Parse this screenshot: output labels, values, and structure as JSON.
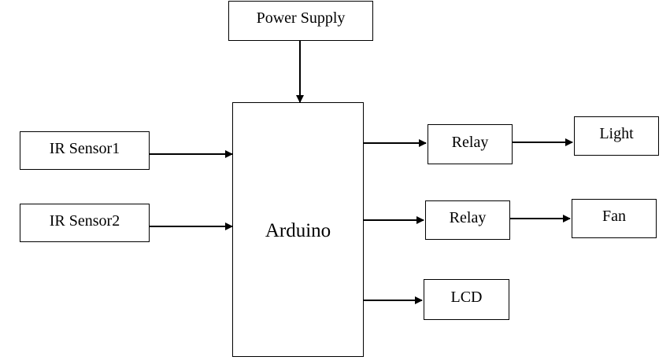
{
  "blocks": {
    "power_supply": "Power Supply",
    "arduino": "Arduino",
    "ir_sensor_1": "IR Sensor1",
    "ir_sensor_2": "IR Sensor2",
    "relay_1": "Relay",
    "relay_2": "Relay",
    "lcd": "LCD",
    "light": "Light",
    "fan": "Fan"
  },
  "connections": [
    {
      "from": "Power Supply",
      "to": "Arduino"
    },
    {
      "from": "IR Sensor1",
      "to": "Arduino"
    },
    {
      "from": "IR Sensor2",
      "to": "Arduino"
    },
    {
      "from": "Arduino",
      "to": "Relay"
    },
    {
      "from": "Arduino",
      "to": "Relay"
    },
    {
      "from": "Arduino",
      "to": "LCD"
    },
    {
      "from": "Relay",
      "to": "Light"
    },
    {
      "from": "Relay",
      "to": "Fan"
    }
  ],
  "colors": {
    "line": "#000000",
    "background": "#ffffff"
  }
}
